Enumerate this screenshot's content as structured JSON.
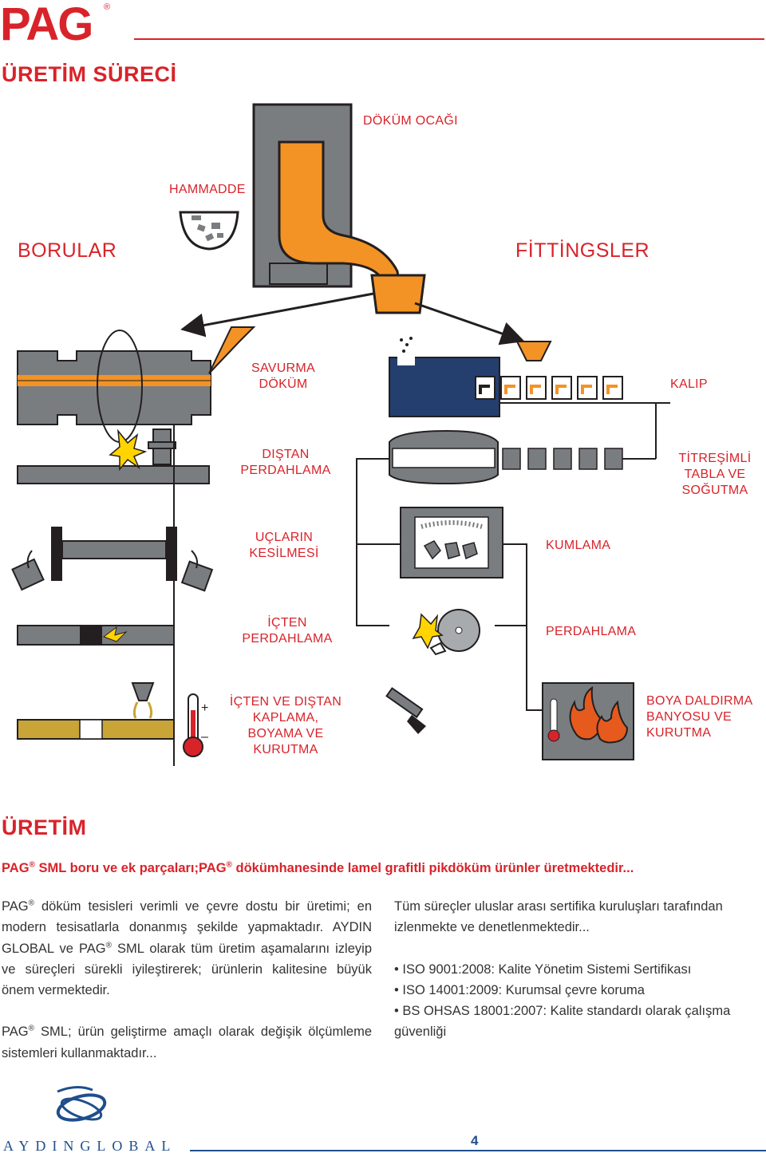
{
  "header": {
    "logo_text": "PAG",
    "logo_reg": "®",
    "title": "ÜRETİM SÜRECİ"
  },
  "diagram": {
    "labels": {
      "dokum_ocagi": "DÖKÜM OCAĞI",
      "hammadde": "HAMMADDE",
      "borular": "BORULAR",
      "fittingsler": "FİTTİNGSLER",
      "savurma_1": "SAVURMA",
      "savurma_2": "DÖKÜM",
      "kalip": "KALIP",
      "distan_1": "DIŞTAN",
      "distan_2": "PERDAHLAMA",
      "titresimli_1": "TİTREŞİMLİ",
      "titresimli_2": "TABLA VE",
      "titresimli_3": "SOĞUTMA",
      "uclarin_1": "UÇLARIN",
      "uclarin_2": "KESİLMESİ",
      "kumlama": "KUMLAMA",
      "icten_1": "İÇTEN",
      "icten_2": "PERDAHLAMA",
      "perdahlama": "PERDAHLAMA",
      "kaplama_1": "İÇTEN VE DIŞTAN",
      "kaplama_2": "KAPLAMA,",
      "kaplama_3": "BOYAMA VE",
      "kaplama_4": "KURUTMA",
      "boya_1": "BOYA DALDIRMA",
      "boya_2": "BANYOSU VE",
      "boya_3": "KURUTMA"
    },
    "icons": [
      "furnace-icon",
      "raw-material-basket-icon",
      "ladle-icon",
      "pipe-mold-icon",
      "fitting-mold-icon",
      "grinder-spark-icon",
      "vibrating-table-icon",
      "cutter-icon",
      "sandblast-cabinet-icon",
      "grinding-wheel-icon",
      "thermometer-icon",
      "spray-nozzle-icon",
      "brush-icon",
      "flame-icon"
    ],
    "colors": {
      "accent": "#d8232a",
      "molten": "#f39325",
      "steel": "#7a7d80",
      "dark": "#231f20",
      "mold_blue": "#243e6e"
    }
  },
  "section2": {
    "title": "ÜRETİM",
    "intro_a": "PAG",
    "intro_b": " SML boru ve ek parçaları;PAG",
    "intro_c": " dökümhanesinde lamel grafitli pikdöküm ürünler üretmektedir...",
    "reg": "®"
  },
  "left_col": {
    "p1_a": "PAG",
    "p1_b": " döküm tesisleri verimli ve çevre dostu bir üretimi; en modern tesisatlarla donanmış şekilde yapmaktadır. AYDIN GLOBAL ve PAG",
    "p1_c": " SML olarak tüm üretim aşamalarını izleyip ve süreçleri sürekli iyileştirerek; ürünlerin kalitesine büyük önem vermektedir.",
    "p2_a": "PAG",
    "p2_b": " SML; ürün geliştirme amaçlı olarak değişik ölçümleme sistemleri kullanmaktadır..."
  },
  "right_col": {
    "intro": "Tüm süreçler uluslar arası sertifika kuruluşları tarafından izlenmekte ve denetlenmektedir...",
    "bullets": [
      "• ISO 9001:2008: Kalite Yönetim Sistemi Sertifikası",
      "• ISO 14001:2009: Kurumsal çevre koruma",
      "• BS OHSAS 18001:2007: Kalite standardı olarak çalışma güvenliği"
    ]
  },
  "footer": {
    "brand": "AYDINGLOBAL",
    "page_number": "4"
  }
}
